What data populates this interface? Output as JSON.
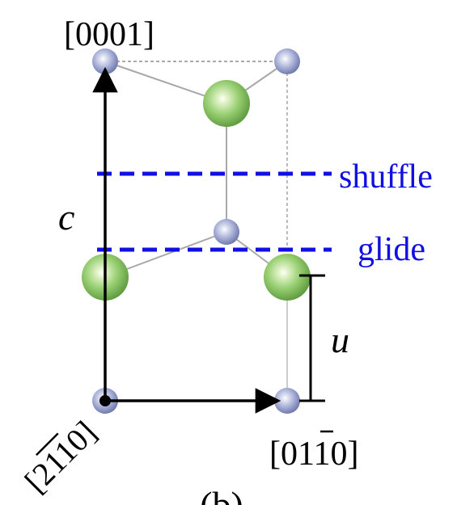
{
  "diagram": {
    "labels": {
      "top_direction": "[0001]",
      "shuffle": "shuffle",
      "glide": "glide",
      "c": "c",
      "u": "u",
      "right_direction": "[01",
      "right_direction_bar": "1",
      "right_direction_end": "0]",
      "left_direction_open": "[2",
      "left_direction_bar1": "1",
      "left_direction_bar2": "1",
      "left_direction_end": "0]",
      "panel": "(b)"
    },
    "colors": {
      "plane_lines": "#1010e0",
      "plane_labels": "#1010e0",
      "large_atom": "#8cc46a",
      "small_atom": "#9aa3cf",
      "axis": "#000000",
      "bond": "#a8a8a8",
      "cell_edge": "#555555"
    }
  }
}
